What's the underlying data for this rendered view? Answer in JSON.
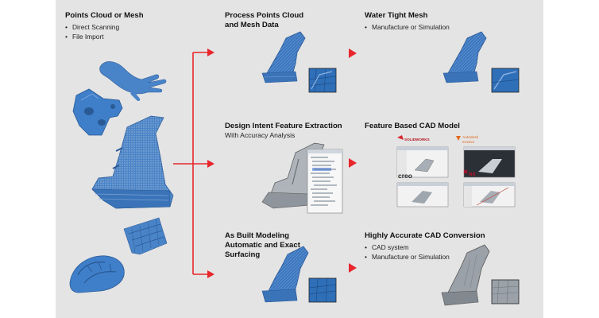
{
  "col1": {
    "title": "Points Cloud or Mesh",
    "bullets": [
      "Direct Scanning",
      "File Import"
    ]
  },
  "col2": {
    "row1_title": "Process Points Cloud and Mesh Data",
    "row2_title": "Design Intent Feature Extraction",
    "row2_sub": "With Accuracy Analysis",
    "row3_title": "As Built Modeling Automatic and Exact Surfacing"
  },
  "col3": {
    "row1_title": "Water Tight Mesh",
    "row1_bullets": [
      "Manufacture or Simulation"
    ],
    "row2_title": "Feature Based CAD Model",
    "row3_title": "Highly Accurate CAD Conversion",
    "row3_bullets": [
      "CAD system",
      "Manufacture or Simulation"
    ]
  },
  "logos": {
    "solidworks": "SOLIDWORKS",
    "autodesk": "Autodesk",
    "autodesk_sub": "Inventor",
    "creo": "creo",
    "nx": "NX"
  },
  "colors": {
    "arrow": "#e8262b",
    "panel": "#e4e4e5",
    "part_blue": "#3f7fc9",
    "part_gray": "#8e959c"
  }
}
